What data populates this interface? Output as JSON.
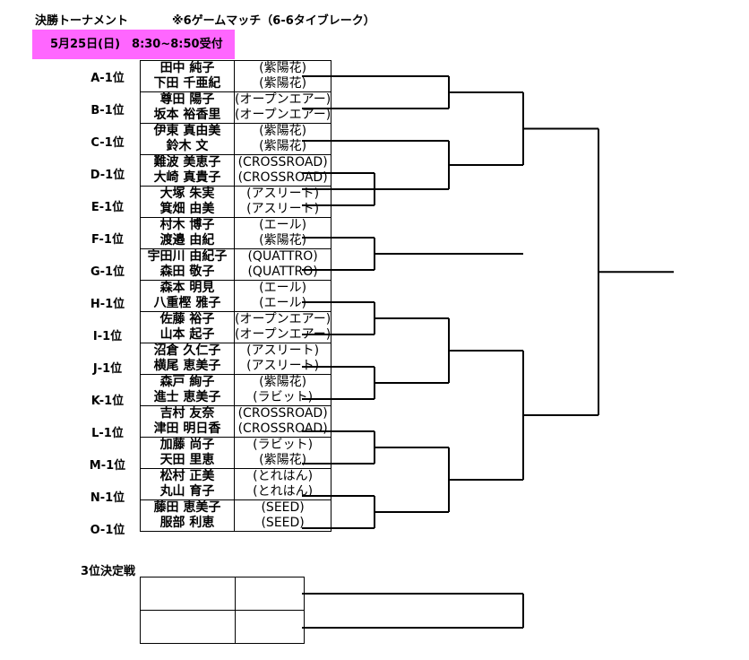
{
  "header": {
    "title": "決勝トーナメント",
    "note": "※6ゲームマッチ（6-6タイブレーク）",
    "date": "5月25日(日)　8:30~8:50受付"
  },
  "teams": [
    {
      "seed": "A-1位",
      "p1": "田中 純子",
      "c1": "(紫陽花)",
      "p2": "下田 千亜紀",
      "c2": "(紫陽花)"
    },
    {
      "seed": "B-1位",
      "p1": "尊田 陽子",
      "c1": "(オープンエアー)",
      "p2": "坂本 裕香里",
      "c2": "(オープンエアー)"
    },
    {
      "seed": "C-1位",
      "p1": "伊東 真由美",
      "c1": "(紫陽花)",
      "p2": "鈴木 文",
      "c2": "(紫陽花)"
    },
    {
      "seed": "D-1位",
      "p1": "難波 美恵子",
      "c1": "(CROSSROAD)",
      "p2": "大崎 真貴子",
      "c2": "(CROSSROAD)"
    },
    {
      "seed": "E-1位",
      "p1": "大塚 朱実",
      "c1": "(アスリート)",
      "p2": "箕畑 由美",
      "c2": "(アスリート)"
    },
    {
      "seed": "F-1位",
      "p1": "村木 博子",
      "c1": "(エール)",
      "p2": "渡邉 由紀",
      "c2": "(紫陽花)"
    },
    {
      "seed": "G-1位",
      "p1": "宇田川 由紀子",
      "c1": "(QUATTRO)",
      "p2": "森田 敬子",
      "c2": "(QUATTRO)"
    },
    {
      "seed": "H-1位",
      "p1": "森本 明見",
      "c1": "(エール)",
      "p2": "八重樫 雅子",
      "c2": "(エール)"
    },
    {
      "seed": "I-1位",
      "p1": "佐藤 裕子",
      "c1": "(オープンエアー)",
      "p2": "山本 起子",
      "c2": "(オープンエアー)"
    },
    {
      "seed": "J-1位",
      "p1": "沼倉 久仁子",
      "c1": "(アスリート)",
      "p2": "横尾 恵美子",
      "c2": "(アスリート)"
    },
    {
      "seed": "K-1位",
      "p1": "森戸 絢子",
      "c1": "(紫陽花)",
      "p2": "進士 恵美子",
      "c2": "(ラビット)"
    },
    {
      "seed": "L-1位",
      "p1": "吉村 友奈",
      "c1": "(CROSSROAD)",
      "p2": "津田 明日香",
      "c2": "(CROSSROAD)"
    },
    {
      "seed": "M-1位",
      "p1": "加藤 尚子",
      "c1": "(ラビット)",
      "p2": "天田 里恵",
      "c2": "(紫陽花)"
    },
    {
      "seed": "N-1位",
      "p1": "松村 正美",
      "c1": "(とれはん)",
      "p2": "丸山 育子",
      "c2": "(とれはん)"
    },
    {
      "seed": "O-1位",
      "p1": "藤田 恵美子",
      "c1": "(SEED)",
      "p2": "服部 利恵",
      "c2": "(SEED)"
    }
  ],
  "third_place": {
    "title": "3位決定戦"
  }
}
